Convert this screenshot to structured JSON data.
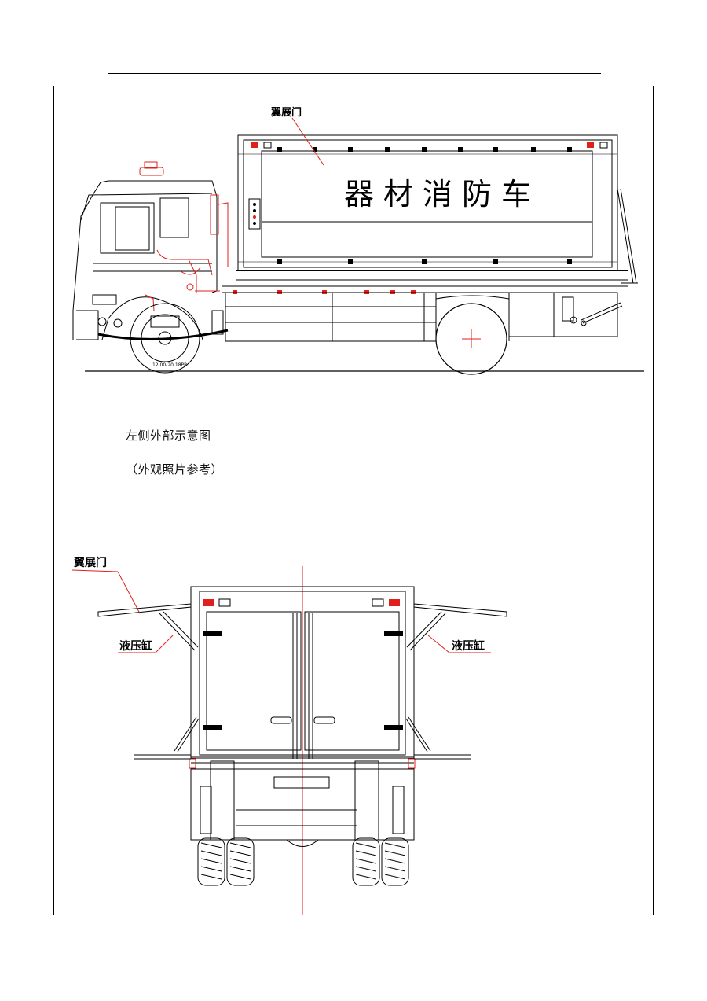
{
  "side_view": {
    "wing_door_label": "翼展门",
    "body_text": "器材消防车",
    "tire_text": "12.00-20 18PR"
  },
  "captions": {
    "left_side": "左侧外部示意图",
    "photo_ref": "（外观照片参考）"
  },
  "rear_view": {
    "wing_door_label": "翼展门",
    "cylinder_left_label": "液压缸",
    "cylinder_right_label": "液压缸"
  },
  "colors": {
    "line": "#000000",
    "accent": "#e0201c"
  }
}
